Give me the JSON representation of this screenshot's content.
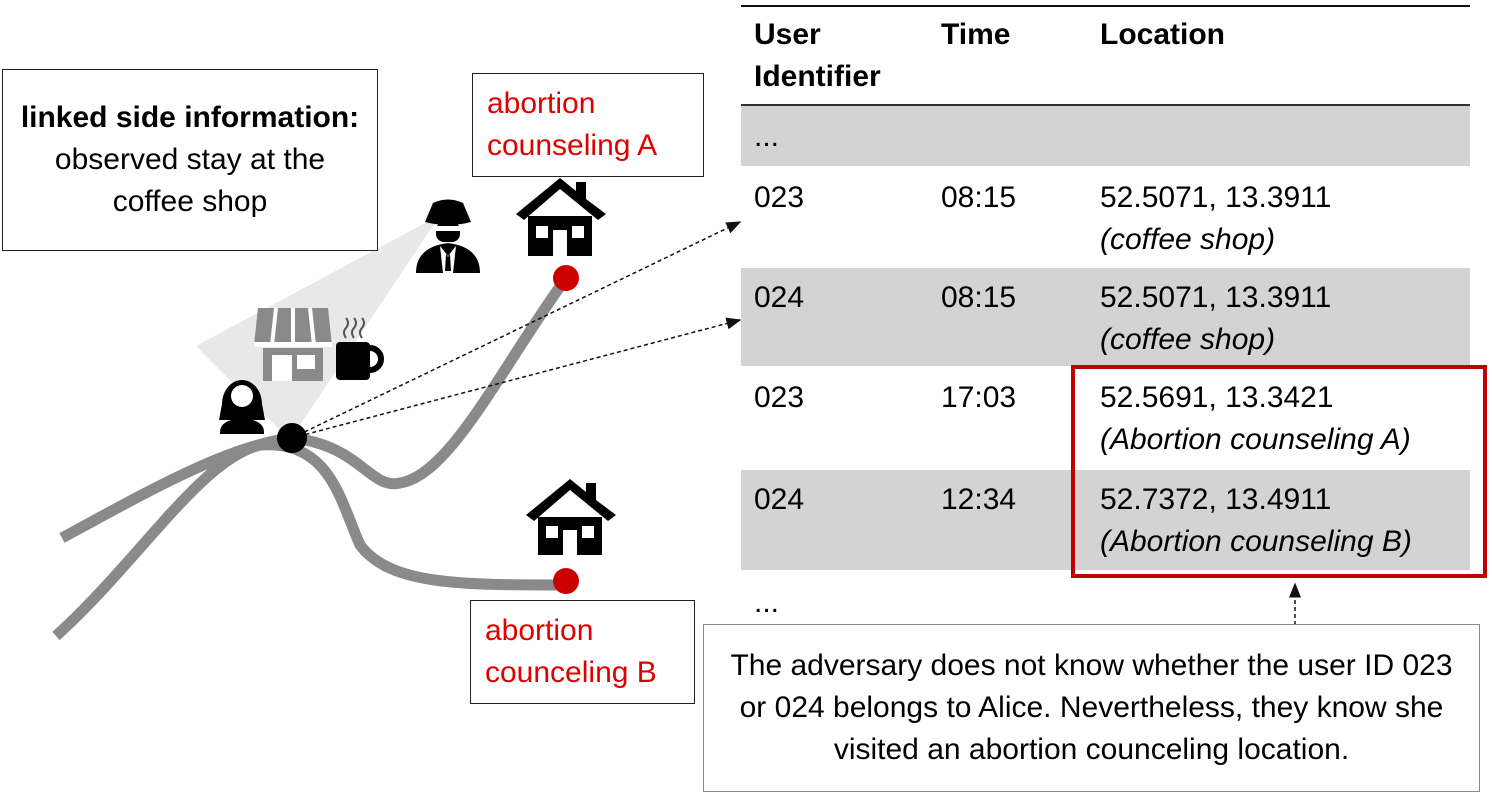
{
  "side_info": {
    "bold": "linked side information:",
    "rest": " observed stay at the coffee shop"
  },
  "location_a_label": "abortion counseling A",
  "location_b_label": "abortion counceling B",
  "table": {
    "headers": [
      "User Identifier",
      "Time",
      "Location"
    ],
    "ellipsis_top": "...",
    "ellipsis_bottom": "...",
    "rows": [
      {
        "user": "023",
        "time": "08:15",
        "coords": "52.5071, 13.3911",
        "place": "(coffee shop)"
      },
      {
        "user": "024",
        "time": "08:15",
        "coords": "52.5071, 13.3911",
        "place": "(coffee shop)"
      },
      {
        "user": "023",
        "time": "17:03",
        "coords": "52.5691, 13.3421",
        "place": "(Abortion counseling A)"
      },
      {
        "user": "024",
        "time": "12:34",
        "coords": "52.7372, 13.4911",
        "place": "(Abortion counseling B)"
      }
    ]
  },
  "note": "The adversary does not know whether the user ID 023 or 024 belongs to Alice. Nevertheless, they know she visited an abortion counceling location.",
  "colors": {
    "highlight": "#c00000",
    "label_red": "#e00000",
    "path_gray": "#8a8a8a",
    "row_gray": "#d3d3d3",
    "marker_red": "#cc0000"
  },
  "icons": [
    "spy-icon",
    "woman-icon",
    "shop-icon",
    "coffee-cup-icon",
    "house-icon"
  ]
}
